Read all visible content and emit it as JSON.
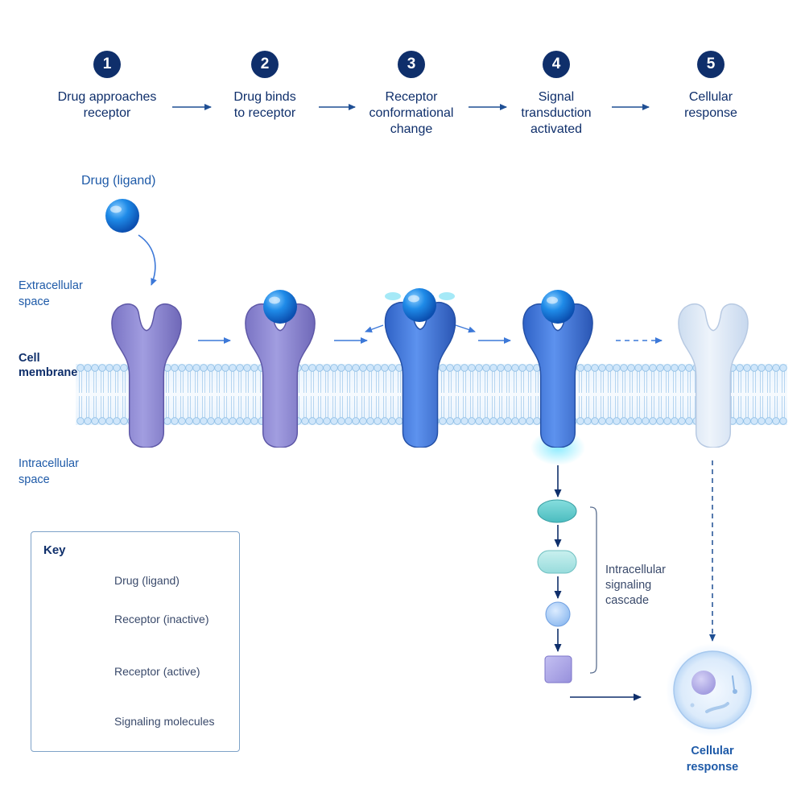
{
  "steps": [
    {
      "number": "1",
      "label": "Drug approaches\nreceptor"
    },
    {
      "number": "2",
      "label": "Drug binds\nto receptor"
    },
    {
      "number": "3",
      "label": "Receptor\nconformational\nchange"
    },
    {
      "number": "4",
      "label": "Signal\ntransduction\nactivated"
    },
    {
      "number": "5",
      "label": "Cellular\nresponse"
    }
  ],
  "labels": {
    "drug": "Drug (ligand)",
    "extracellular": "Extracellular\nspace",
    "membrane": "Cell\nmembrane",
    "intracellular": "Intracellular\nspace",
    "cascade": "Intracellular\nsignaling\ncascade",
    "response": "Cellular\nresponse"
  },
  "key": {
    "title": "Key",
    "items": [
      {
        "icon": "drug-ligand-icon",
        "label": "Drug (ligand)"
      },
      {
        "icon": "receptor-inactive-icon",
        "label": "Receptor (inactive)"
      },
      {
        "icon": "receptor-active-icon",
        "label": "Receptor (active)"
      },
      {
        "icon": "signaling-molecules-icon",
        "label": "Signaling molecules"
      }
    ]
  },
  "colors": {
    "navy": "#0f2f6b",
    "accent_blue": "#1e5aa8",
    "drug": "#1a7ee6",
    "receptor_inactive": "#8b86d0",
    "receptor_active": "#3f74d8",
    "receptor_faded": "#dbe6f4",
    "membrane": "#b9daf4",
    "teal": "#5cc9c9",
    "lavender": "#a8a3e6"
  }
}
